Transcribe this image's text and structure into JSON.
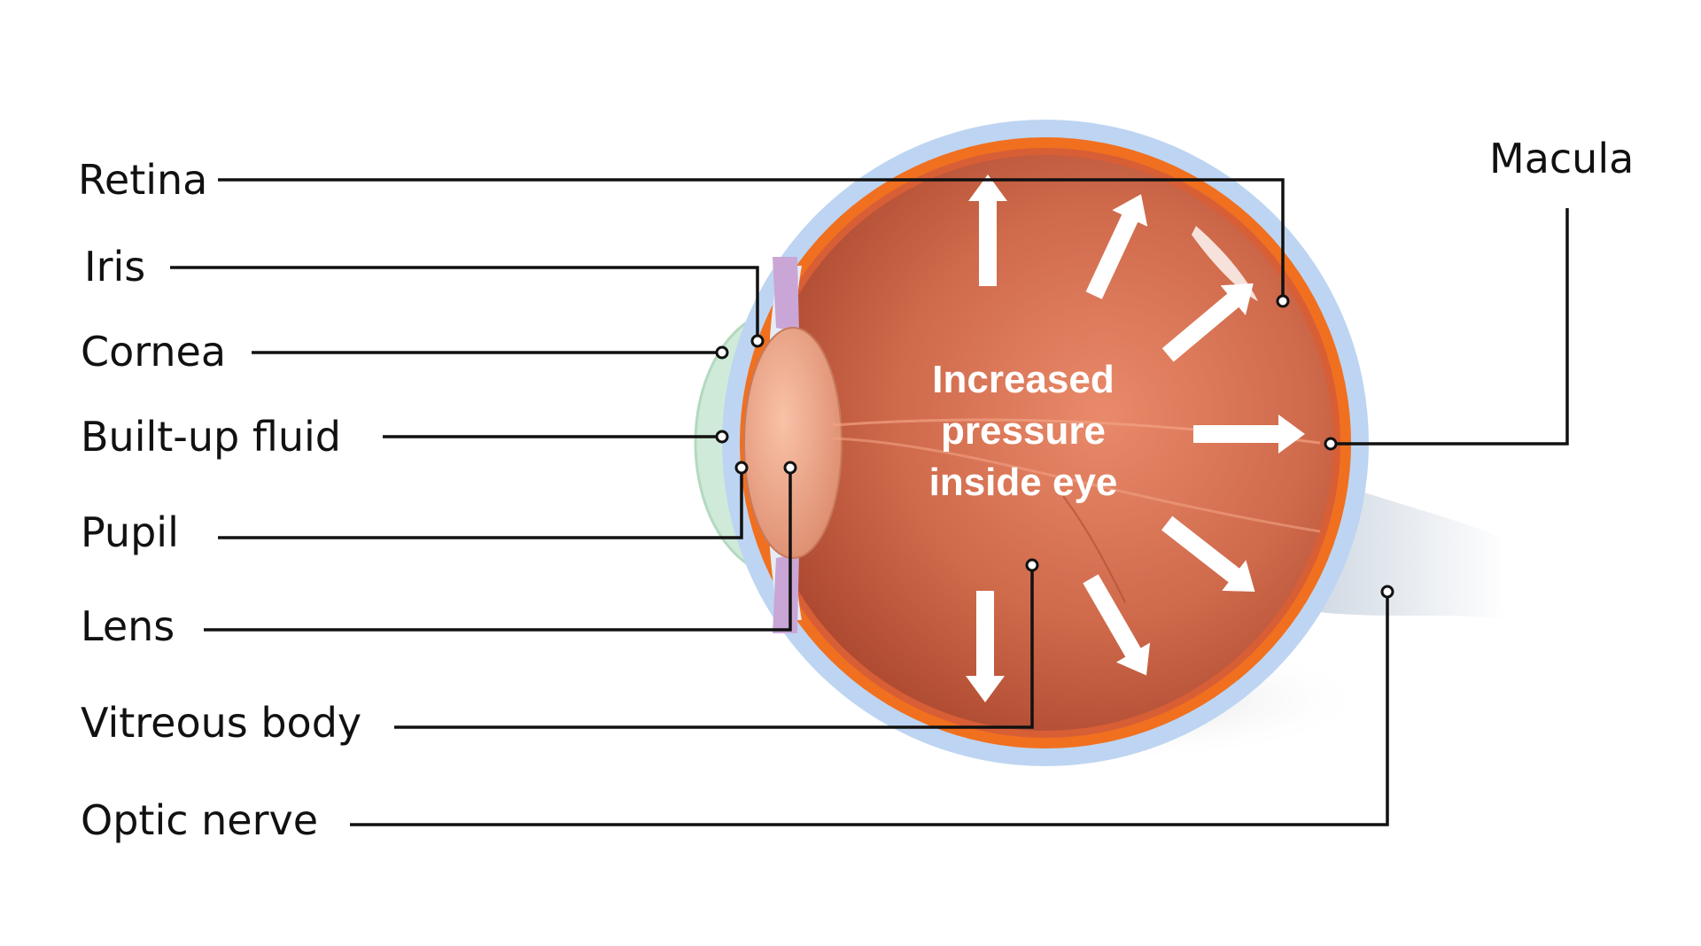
{
  "labels": {
    "retina": "Retina",
    "iris": "Iris",
    "cornea": "Cornea",
    "fluid": "Built-up fluid",
    "pupil": "Pupil",
    "lens": "Lens",
    "vitreous": "Vitreous body",
    "optic_nerve": "Optic nerve",
    "macula": "Macula"
  },
  "center_text": {
    "line1": "Increased",
    "line2": "pressure",
    "line3": "inside eye"
  },
  "colors": {
    "vitreous": "#c85a3c",
    "retina_band": "#f07020",
    "sclera": "#b9d3f2",
    "cornea": "#cfead8",
    "nerve": "#dfe5ec",
    "leader": "#111111",
    "arrow": "#ffffff"
  }
}
